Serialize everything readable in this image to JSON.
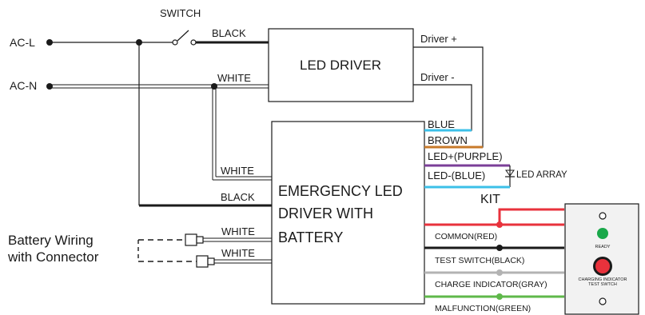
{
  "terminals": {
    "ac_l": "AC-L",
    "ac_n": "AC-N"
  },
  "switch_label": "SWITCH",
  "led_driver": {
    "title": "LED DRIVER",
    "driver_plus": "Driver +",
    "driver_minus": "Driver -"
  },
  "wire_labels": {
    "black_top": "BLACK",
    "white_top": "WHITE",
    "white_mid": "WHITE",
    "black_mid": "BLACK",
    "white_batt_1": "WHITE",
    "white_batt_2": "WHITE"
  },
  "emergency_driver": {
    "line1": "EMERGENCY LED",
    "line2": "DRIVER WITH",
    "line3": "BATTERY"
  },
  "right_wires": {
    "blue": "BLUE",
    "brown": "BROWN",
    "led_plus": "LED+(PURPLE)",
    "led_minus": "LED-(BLUE)",
    "led_array": "LED ARRAY",
    "kit": "KIT",
    "common": "COMMON(RED)",
    "test_switch": "TEST SWITCH(BLACK)",
    "charge_indicator": "CHARGE INDICATOR(GRAY)",
    "malfunction": "MALFUNCTION(GREEN)"
  },
  "battery": {
    "line1": "Battery Wiring",
    "line2": "with Connector"
  },
  "panel": {
    "ready": "READY",
    "charging_line1": "CHARGING INDICATOR",
    "charging_line2": "TEST SWTCH"
  },
  "colors": {
    "blue": "#3cc0e8",
    "brown": "#c87a2a",
    "purple": "#7b3f98",
    "red": "#e8323c",
    "gray": "#b3b3b3",
    "green": "#5fb84a",
    "ready_green": "#1aa84a",
    "button_red": "#e8323c",
    "panel_fill": "#f2f2f2"
  }
}
